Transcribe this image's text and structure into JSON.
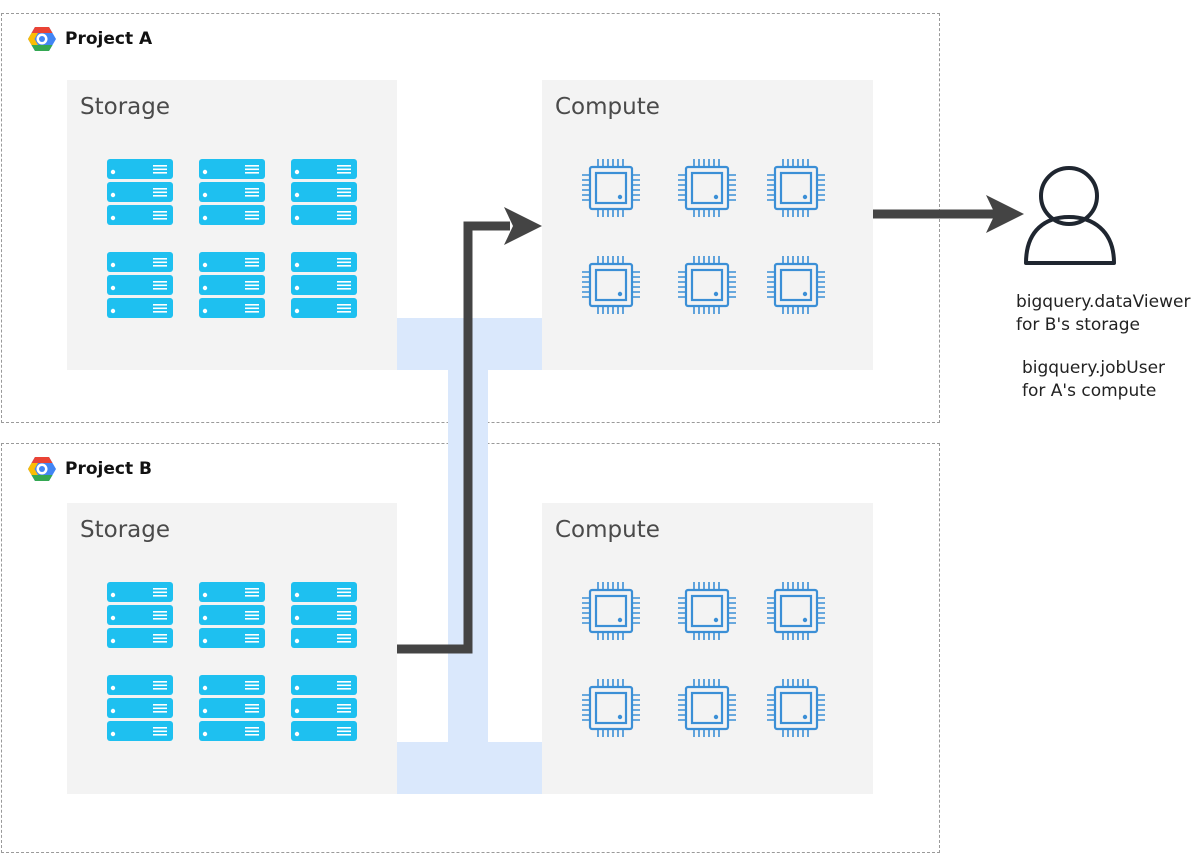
{
  "projects": [
    {
      "title": "Project A",
      "icon": "gcp-hexagon-icon",
      "storage_label": "Storage",
      "compute_label": "Compute"
    },
    {
      "title": "Project B",
      "icon": "gcp-hexagon-icon",
      "storage_label": "Storage",
      "compute_label": "Compute"
    }
  ],
  "user": {
    "icon": "user-icon",
    "role1_line1": "bigquery.dataViewer",
    "role1_line2": "for B's storage",
    "role2_line1": "bigquery.jobUser",
    "role2_line2": "for A's compute"
  },
  "colors": {
    "server": "#1ec0f0",
    "chip": "#3b8fd6",
    "connector": "#dae8fc",
    "arrow": "#444444",
    "panel": "#f3f3f3"
  }
}
